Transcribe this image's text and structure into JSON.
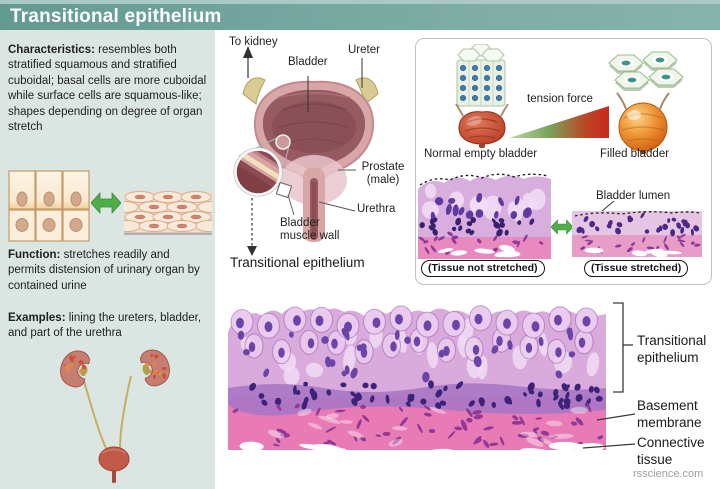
{
  "title": "Transitional epithelium",
  "watermark": "rsscience.com",
  "colors": {
    "header_teal": "#74a79e",
    "panel_bg": "#dbe5e1",
    "accent_green": "#4fae47",
    "tension_green": "#79a45c",
    "tension_red": "#c9271d",
    "histology_pink": "#e87ab6",
    "histology_purple": "#d9abdc"
  },
  "left_panel": {
    "characteristics_label": "Characteristics:",
    "characteristics_text": " resembles both stratified squamous and stratified cuboidal; basal cells are more cuboidal while surface cells are squamous-like; shapes depending on degree of organ stretch",
    "function_label": "Function:",
    "function_text": " stretches readily and permits distension of urinary organ by contained urine",
    "examples_label": "Examples:",
    "examples_text": " lining the ureters, bladder, and part of the urethra"
  },
  "anatomy": {
    "to_kidney": "To kidney",
    "bladder": "Bladder",
    "ureter": "Ureter",
    "prostate": "Prostate (male)",
    "urethra": "Urethra",
    "muscle_wall": "Bladder muscle wall",
    "caption": "Transitional epithelium"
  },
  "stretch_panel": {
    "tension": "tension force",
    "empty_bladder": "Normal empty bladder",
    "filled_bladder": "Filled bladder",
    "bladder_lumen": "Bladder lumen",
    "not_stretched": "(Tissue not stretched)",
    "stretched": "(Tissue stretched)"
  },
  "micrograph_labels": {
    "epithelium": "Transitional epithelium",
    "basement": "Basement membrane",
    "connective": "Connective tissue"
  }
}
